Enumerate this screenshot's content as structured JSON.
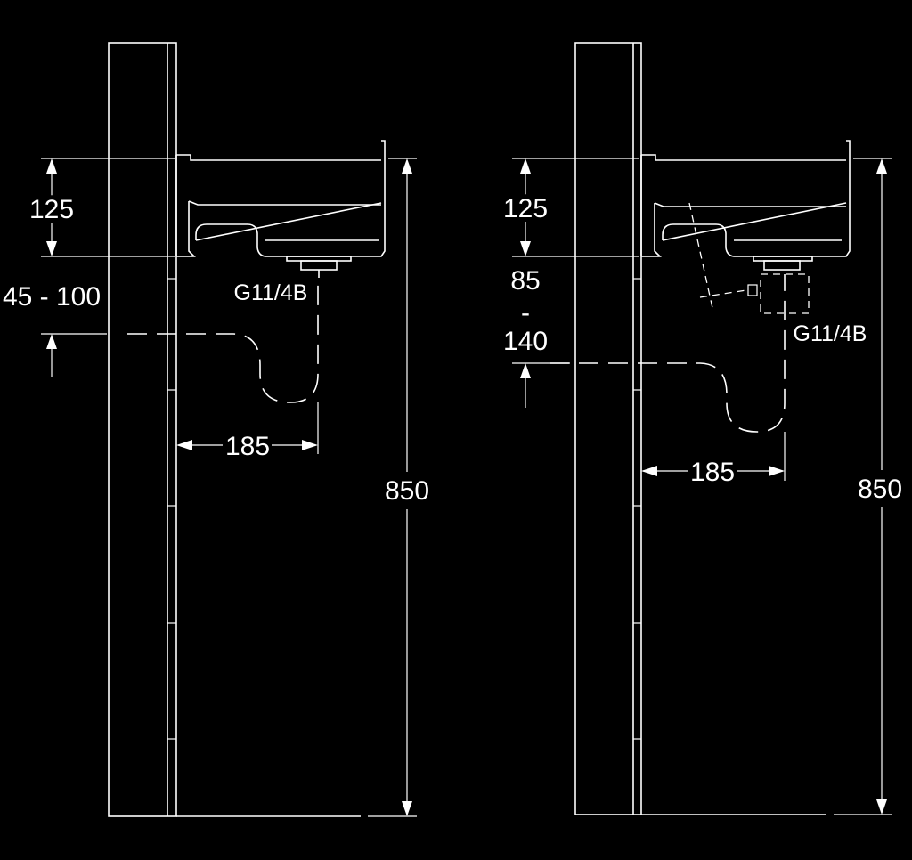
{
  "left_view": {
    "dim_top": "125",
    "dim_range": "45 - 100",
    "thread": "G11/4B",
    "dim_offset": "185",
    "dim_height": "850"
  },
  "right_view": {
    "dim_top": "125",
    "dim_range_min": "85",
    "dim_range_sep": "-",
    "dim_range_max": "140",
    "thread": "G11/4B",
    "dim_offset": "185",
    "dim_height": "850"
  },
  "colors": {
    "background": "#000000",
    "lines": "#ffffff"
  }
}
